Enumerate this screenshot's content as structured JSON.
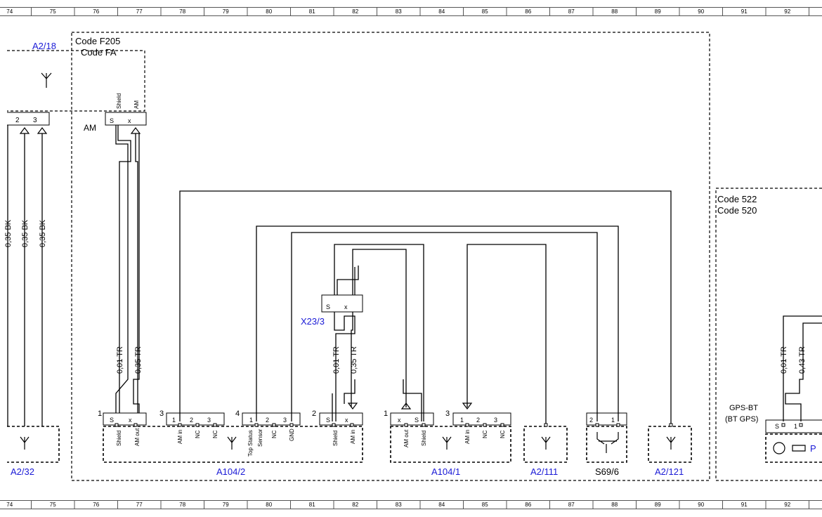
{
  "ruler": {
    "top": [
      "74",
      "75",
      "76",
      "77",
      "78",
      "79",
      "80",
      "81",
      "82",
      "83",
      "84",
      "85",
      "86",
      "87",
      "88",
      "89",
      "90",
      "91",
      "92"
    ],
    "bottom": [
      "74",
      "75",
      "76",
      "77",
      "78",
      "79",
      "80",
      "81",
      "82",
      "83",
      "84",
      "85",
      "86",
      "87",
      "88",
      "89",
      "90",
      "91",
      "92"
    ]
  },
  "codes": {
    "f205": "Code F205",
    "fa": "Code FA",
    "c522": "Code 522",
    "c520": "Code 520"
  },
  "components": {
    "a2_18": "A2/18",
    "a2_32": "A2/32",
    "a104_2": "A104/2",
    "a104_1": "A104/1",
    "a2_111": "A2/111",
    "s69_6": "S69/6",
    "a2_121": "A2/121",
    "x23_3": "X23/3",
    "gps_bt": "GPS-BT",
    "bt_gps": "(BT GPS)",
    "p_cut": "P"
  },
  "labels": {
    "am": "AM",
    "shield": "Shield",
    "am_pin": "AM",
    "s": "S",
    "x": "x",
    "am_in": "AM in",
    "am_out": "AM out",
    "nc": "NC",
    "gnd": "GND",
    "top_status": "Top Status",
    "sensor": "Sensor"
  },
  "wires": {
    "w_035bk_cut": "0,35 BK",
    "w_035bk": "0,35 BK",
    "w_001tr": "0,01 TR",
    "w_035tr": "0,35 TR",
    "w_043tr": "0,43 TR"
  },
  "pins": {
    "n1": "1",
    "n2": "2",
    "n3": "3",
    "n4": "4"
  },
  "colors": {
    "line": "#000000",
    "component_label": "#1a1ad6",
    "ruler_line": "#666666"
  }
}
